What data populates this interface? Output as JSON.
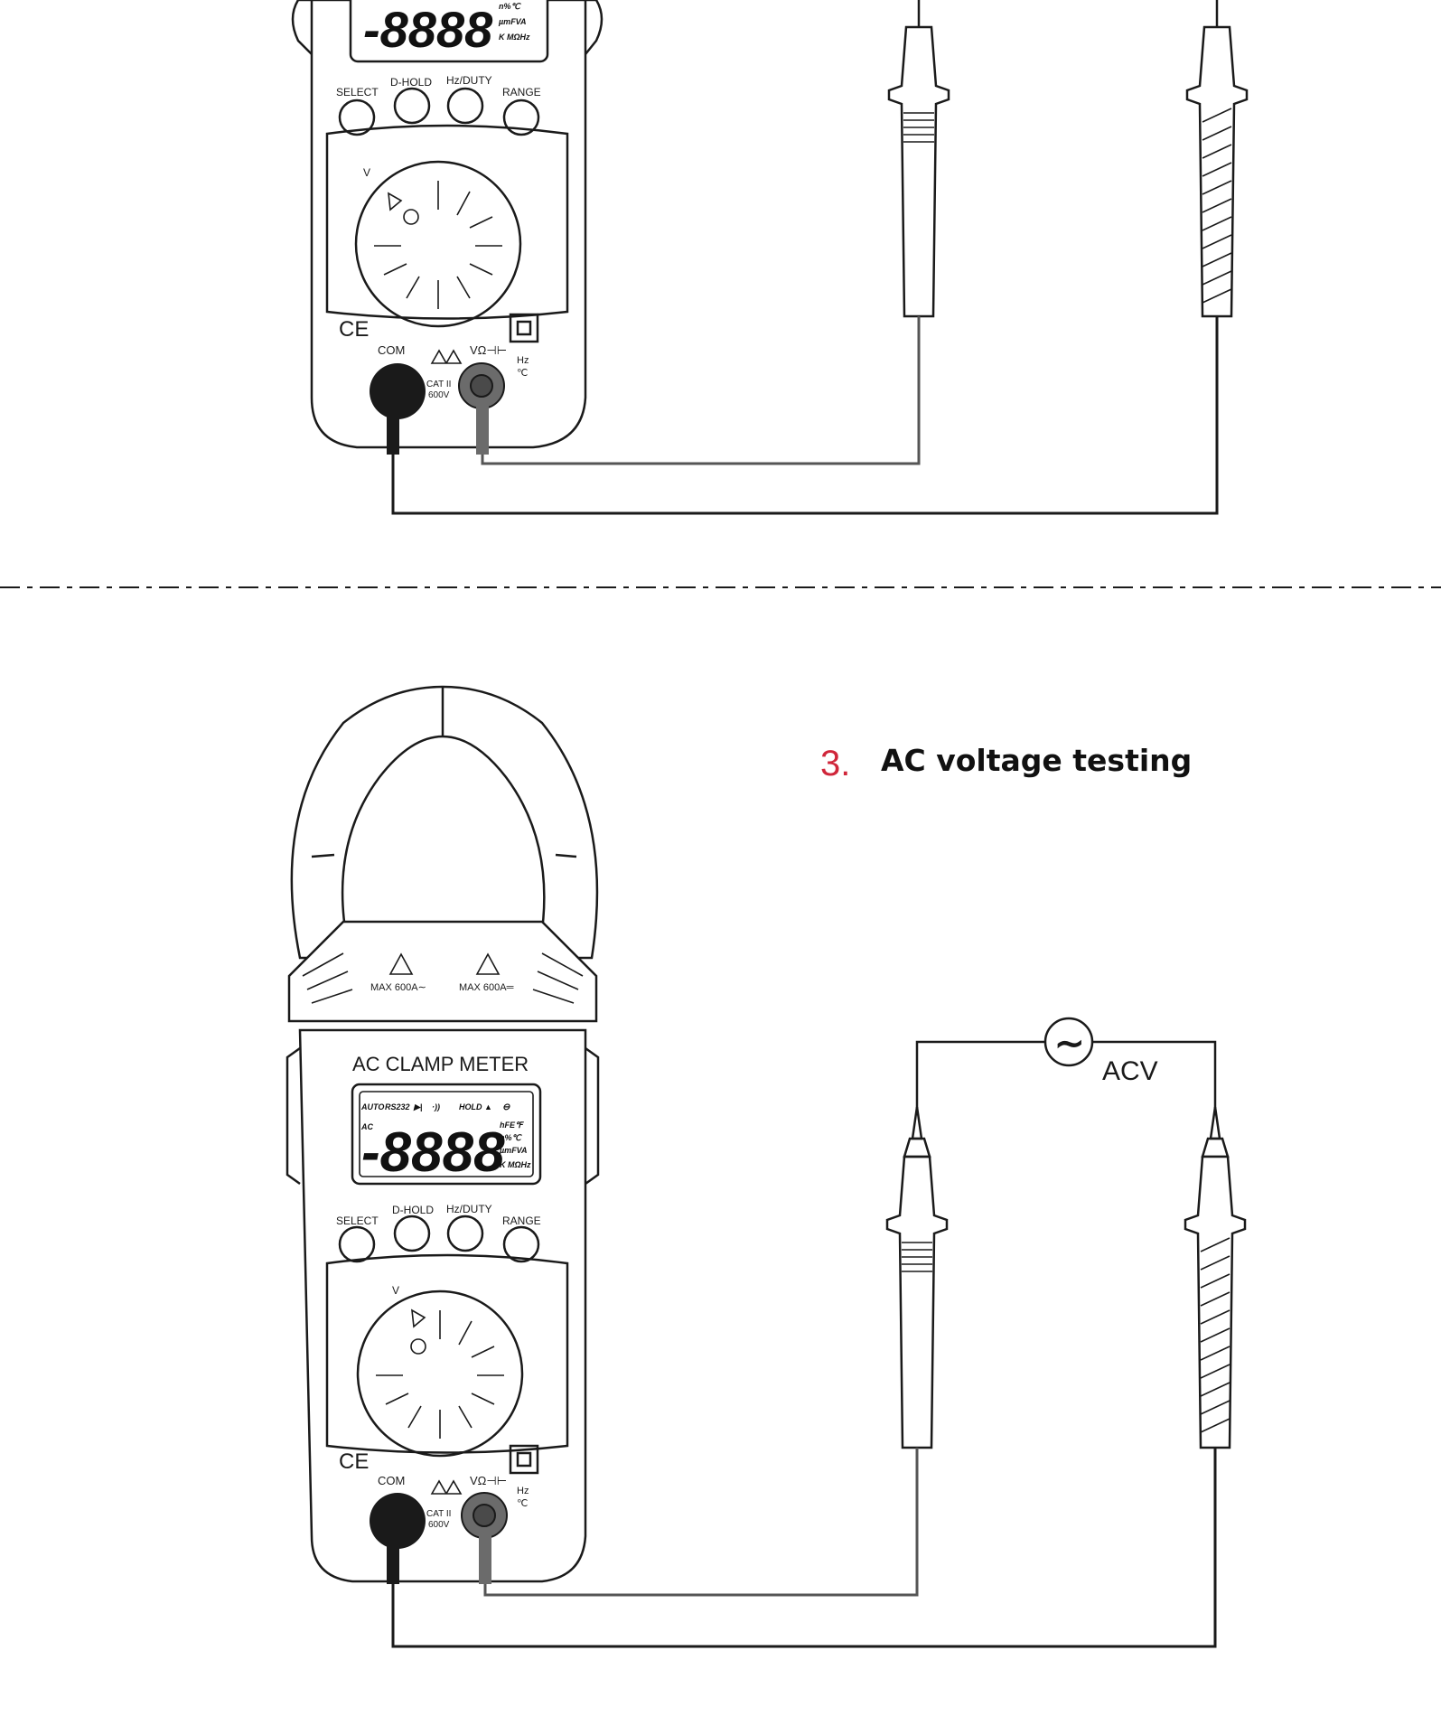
{
  "step": {
    "number": "3.",
    "title": "AC voltage testing",
    "number_color": "#d0263a"
  },
  "meter_top": {
    "lcd_units": [
      "n%℃",
      "µmFVA",
      "K MΩHz"
    ],
    "lcd_digits": "-8888",
    "buttons": [
      "SELECT",
      "D-HOLD",
      "Hz/DUTY",
      "RANGE"
    ],
    "dial_label": "V",
    "ce_mark": "CE",
    "com_label": "COM",
    "input_label": "VΩ⊣⊢",
    "hz_label": "Hz",
    "temp_label": "℃",
    "cat_label": "CAT II",
    "volt_label": "600V"
  },
  "meter_bottom": {
    "jaw_warning_left": "MAX 600A∼",
    "jaw_warning_right": "MAX 600A═",
    "model_label": "AC CLAMP METER",
    "lcd_indicators": [
      "AUTO",
      "RS232",
      "▶|",
      "·))",
      "HOLD",
      "▲",
      "⊖"
    ],
    "lcd_mode": "AC",
    "lcd_digits": "-8888",
    "lcd_units": [
      "hFE℉",
      "n%℃",
      "µmFVA",
      "K MΩHz"
    ],
    "buttons": [
      "SELECT",
      "D-HOLD",
      "Hz/DUTY",
      "RANGE"
    ],
    "dial_label": "V",
    "ce_mark": "CE",
    "com_label": "COM",
    "input_label": "VΩ⊣⊢",
    "hz_label": "Hz",
    "temp_label": "℃",
    "cat_label": "CAT II",
    "volt_label": "600V"
  },
  "source": {
    "symbol": "∼",
    "label": "ACV"
  },
  "colors": {
    "line": "#1a1a1a",
    "probe_red_wire": "#555555",
    "com_jack": "#1a1a1a",
    "input_jack": "#6b6b6b"
  }
}
